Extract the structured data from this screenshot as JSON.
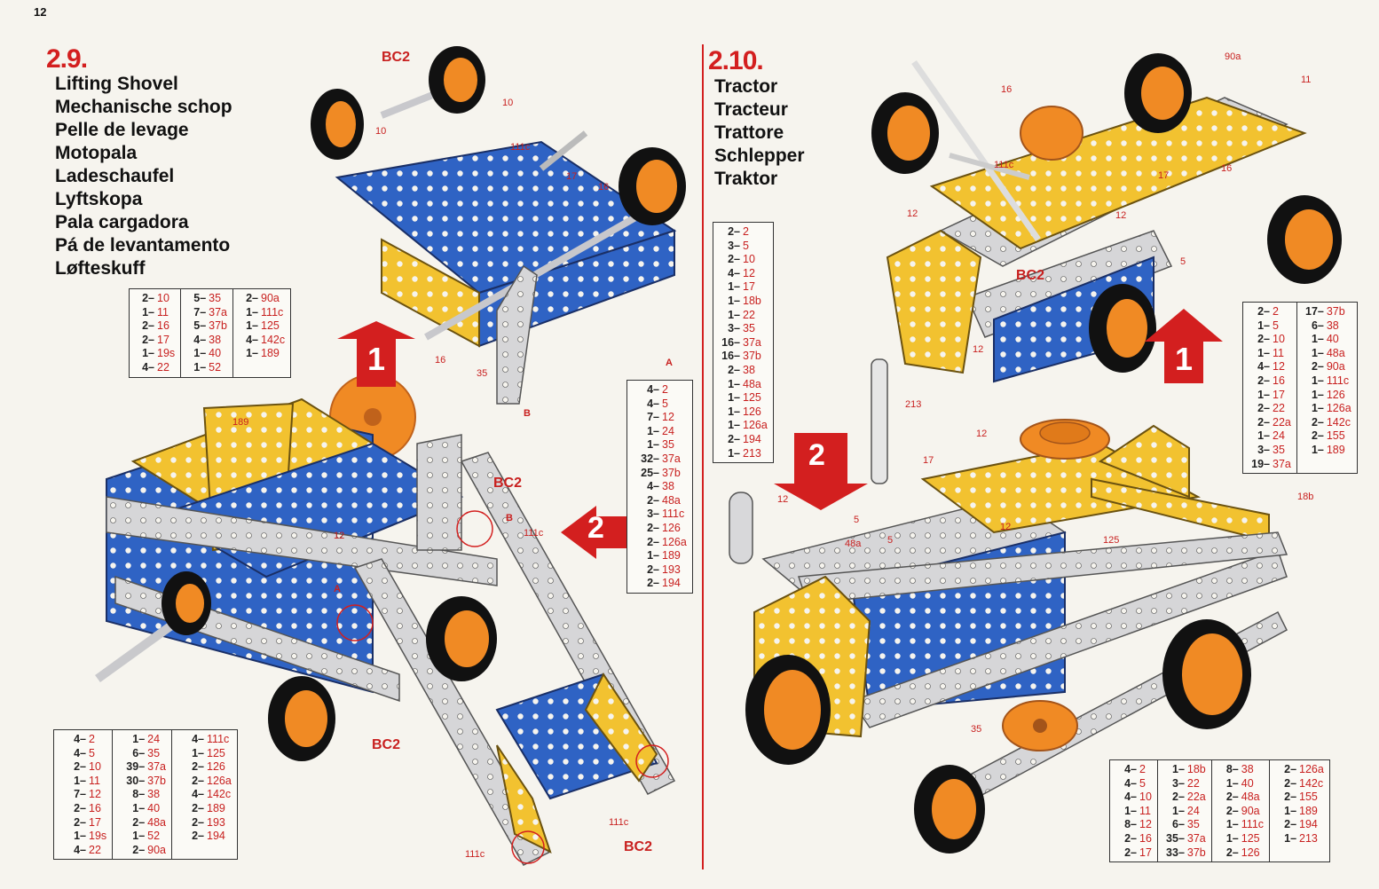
{
  "page_number": "12",
  "colors": {
    "accent_red": "#d31f1f",
    "part_blue": "#2f63c4",
    "part_yellow": "#f2c230",
    "part_silver": "#d6d6d8",
    "wheel_orange": "#f08a24"
  },
  "left_model": {
    "number": "2.9.",
    "names": [
      "Lifting Shovel",
      "Mechanische schop",
      "Pelle de levage",
      "Motopala",
      "Ladeschaufel",
      "Lyftskopa",
      "Pala cargadora",
      "Pá de levantamento",
      "Løfteskuff"
    ],
    "step_labels": [
      "1",
      "2"
    ],
    "part_list_step1": [
      [
        [
          "2–",
          "10"
        ],
        [
          "1–",
          "11"
        ],
        [
          "2–",
          "16"
        ],
        [
          "2–",
          "17"
        ],
        [
          "1–",
          "19s"
        ],
        [
          "4–",
          "22"
        ]
      ],
      [
        [
          "5–",
          "35"
        ],
        [
          "7–",
          "37a"
        ],
        [
          "5–",
          "37b"
        ],
        [
          "4–",
          "38"
        ],
        [
          "1–",
          "40"
        ],
        [
          "1–",
          "52"
        ]
      ],
      [
        [
          "2–",
          "90a"
        ],
        [
          "1–",
          "111c"
        ],
        [
          "1–",
          "125"
        ],
        [
          "4–",
          "142c"
        ],
        [
          "1–",
          "189"
        ]
      ]
    ],
    "part_list_step2": [
      [
        [
          "4–",
          "2"
        ],
        [
          "4–",
          "5"
        ],
        [
          "7–",
          "12"
        ],
        [
          "1–",
          "24"
        ],
        [
          "1–",
          "35"
        ],
        [
          "32–",
          "37a"
        ],
        [
          "25–",
          "37b"
        ],
        [
          "4–",
          "38"
        ],
        [
          "2–",
          "48a"
        ],
        [
          "3–",
          "111c"
        ],
        [
          "2–",
          "126"
        ],
        [
          "2–",
          "126a"
        ],
        [
          "1–",
          "189"
        ],
        [
          "2–",
          "193"
        ],
        [
          "2–",
          "194"
        ]
      ]
    ],
    "part_list_full": [
      [
        [
          "4–",
          "2"
        ],
        [
          "4–",
          "5"
        ],
        [
          "2–",
          "10"
        ],
        [
          "1–",
          "11"
        ],
        [
          "7–",
          "12"
        ],
        [
          "2–",
          "16"
        ],
        [
          "2–",
          "17"
        ],
        [
          "1–",
          "19s"
        ],
        [
          "4–",
          "22"
        ]
      ],
      [
        [
          "1–",
          "24"
        ],
        [
          "6–",
          "35"
        ],
        [
          "39–",
          "37a"
        ],
        [
          "30–",
          "37b"
        ],
        [
          "8–",
          "38"
        ],
        [
          "1–",
          "40"
        ],
        [
          "2–",
          "48a"
        ],
        [
          "1–",
          "52"
        ],
        [
          "2–",
          "90a"
        ]
      ],
      [
        [
          "4–",
          "111c"
        ],
        [
          "1–",
          "125"
        ],
        [
          "2–",
          "126"
        ],
        [
          "2–",
          "126a"
        ],
        [
          "4–",
          "142c"
        ],
        [
          "2–",
          "189"
        ],
        [
          "2–",
          "193"
        ],
        [
          "2–",
          "194"
        ]
      ]
    ],
    "callouts": [
      "BC2",
      "10",
      "10",
      "111c",
      "17",
      "16",
      "16",
      "35",
      "A",
      "B",
      "189",
      "BC2",
      "B",
      "111c",
      "12",
      "A",
      "BC2",
      "111c",
      "111c",
      "BC2"
    ]
  },
  "right_model": {
    "number": "2.10.",
    "names": [
      "Tractor",
      "Tracteur",
      "Trattore",
      "Schlepper",
      "Traktor"
    ],
    "step_labels": [
      "1",
      "2"
    ],
    "part_list_step2": [
      [
        [
          "2–",
          "2"
        ],
        [
          "3–",
          "5"
        ],
        [
          "2–",
          "10"
        ],
        [
          "4–",
          "12"
        ],
        [
          "1–",
          "17"
        ],
        [
          "1–",
          "18b"
        ],
        [
          "1–",
          "22"
        ],
        [
          "3–",
          "35"
        ],
        [
          "16–",
          "37a"
        ],
        [
          "16–",
          "37b"
        ],
        [
          "2–",
          "38"
        ],
        [
          "1–",
          "48a"
        ],
        [
          "1–",
          "125"
        ],
        [
          "1–",
          "126"
        ],
        [
          "1–",
          "126a"
        ],
        [
          "2–",
          "194"
        ],
        [
          "1–",
          "213"
        ]
      ]
    ],
    "part_list_step1": [
      [
        [
          "2–",
          "2"
        ],
        [
          "1–",
          "5"
        ],
        [
          "2–",
          "10"
        ],
        [
          "1–",
          "11"
        ],
        [
          "4–",
          "12"
        ],
        [
          "2–",
          "16"
        ],
        [
          "1–",
          "17"
        ],
        [
          "2–",
          "22"
        ],
        [
          "2–",
          "22a"
        ],
        [
          "1–",
          "24"
        ],
        [
          "3–",
          "35"
        ],
        [
          "19–",
          "37a"
        ]
      ],
      [
        [
          "17–",
          "37b"
        ],
        [
          "6–",
          "38"
        ],
        [
          "1–",
          "40"
        ],
        [
          "1–",
          "48a"
        ],
        [
          "2–",
          "90a"
        ],
        [
          "1–",
          "111c"
        ],
        [
          "1–",
          "126"
        ],
        [
          "1–",
          "126a"
        ],
        [
          "2–",
          "142c"
        ],
        [
          "2–",
          "155"
        ],
        [
          "1–",
          "189"
        ]
      ]
    ],
    "part_list_full": [
      [
        [
          "4–",
          "2"
        ],
        [
          "4–",
          "5"
        ],
        [
          "4–",
          "10"
        ],
        [
          "1–",
          "11"
        ],
        [
          "8–",
          "12"
        ],
        [
          "2–",
          "16"
        ],
        [
          "2–",
          "17"
        ]
      ],
      [
        [
          "1–",
          "18b"
        ],
        [
          "3–",
          "22"
        ],
        [
          "2–",
          "22a"
        ],
        [
          "1–",
          "24"
        ],
        [
          "6–",
          "35"
        ],
        [
          "35–",
          "37a"
        ],
        [
          "33–",
          "37b"
        ]
      ],
      [
        [
          "8–",
          "38"
        ],
        [
          "1–",
          "40"
        ],
        [
          "2–",
          "48a"
        ],
        [
          "2–",
          "90a"
        ],
        [
          "1–",
          "111c"
        ],
        [
          "1–",
          "125"
        ],
        [
          "2–",
          "126"
        ]
      ],
      [
        [
          "2–",
          "126a"
        ],
        [
          "2–",
          "142c"
        ],
        [
          "2–",
          "155"
        ],
        [
          "1–",
          "189"
        ],
        [
          "2–",
          "194"
        ],
        [
          "1–",
          "213"
        ]
      ]
    ],
    "callouts": [
      "90a",
      "11",
      "16",
      "111c",
      "17",
      "16",
      "12",
      "12",
      "12",
      "BC2",
      "5",
      "12",
      "213",
      "17",
      "12",
      "12",
      "5",
      "48a",
      "5",
      "12",
      "125",
      "18b",
      "35"
    ]
  }
}
